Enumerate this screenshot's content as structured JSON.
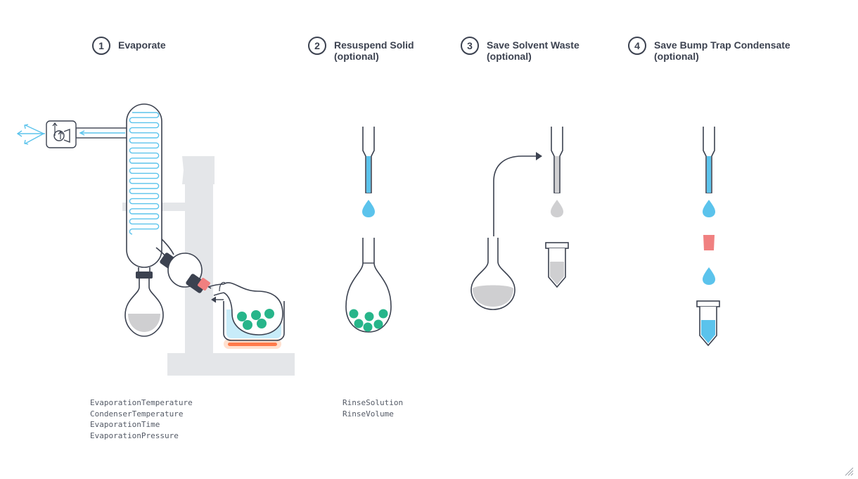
{
  "steps": [
    {
      "number": "1",
      "title": "Evaporate",
      "subtitle": ""
    },
    {
      "number": "2",
      "title": "Resuspend Solid",
      "subtitle": "(optional)"
    },
    {
      "number": "3",
      "title": "Save Solvent Waste",
      "subtitle": "(optional)"
    },
    {
      "number": "4",
      "title": "Save Bump Trap Condensate",
      "subtitle": "(optional)"
    }
  ],
  "parameters": {
    "evaporate": [
      "EvaporationTemperature",
      "CondenserTemperature",
      "EvaporationTime",
      "EvaporationPressure"
    ],
    "resuspend": [
      "RinseSolution",
      "RinseVolume"
    ]
  },
  "icons": [
    "vacuum-pump-icon",
    "condenser-coil-icon",
    "round-bottom-flask-icon",
    "heating-bath-icon",
    "pipette-icon",
    "droplet-icon",
    "collection-tube-icon",
    "curved-arrow-icon",
    "resize-grip-icon"
  ],
  "colors": {
    "outline": "#3c4250",
    "blue": "#5bc3ec",
    "blue_light": "#c8ecf9",
    "grey_liquid": "#cfcfd1",
    "stand": "#e4e6e9",
    "green": "#27b58a",
    "red": "#f08080",
    "heater": "#ff7a4a"
  }
}
